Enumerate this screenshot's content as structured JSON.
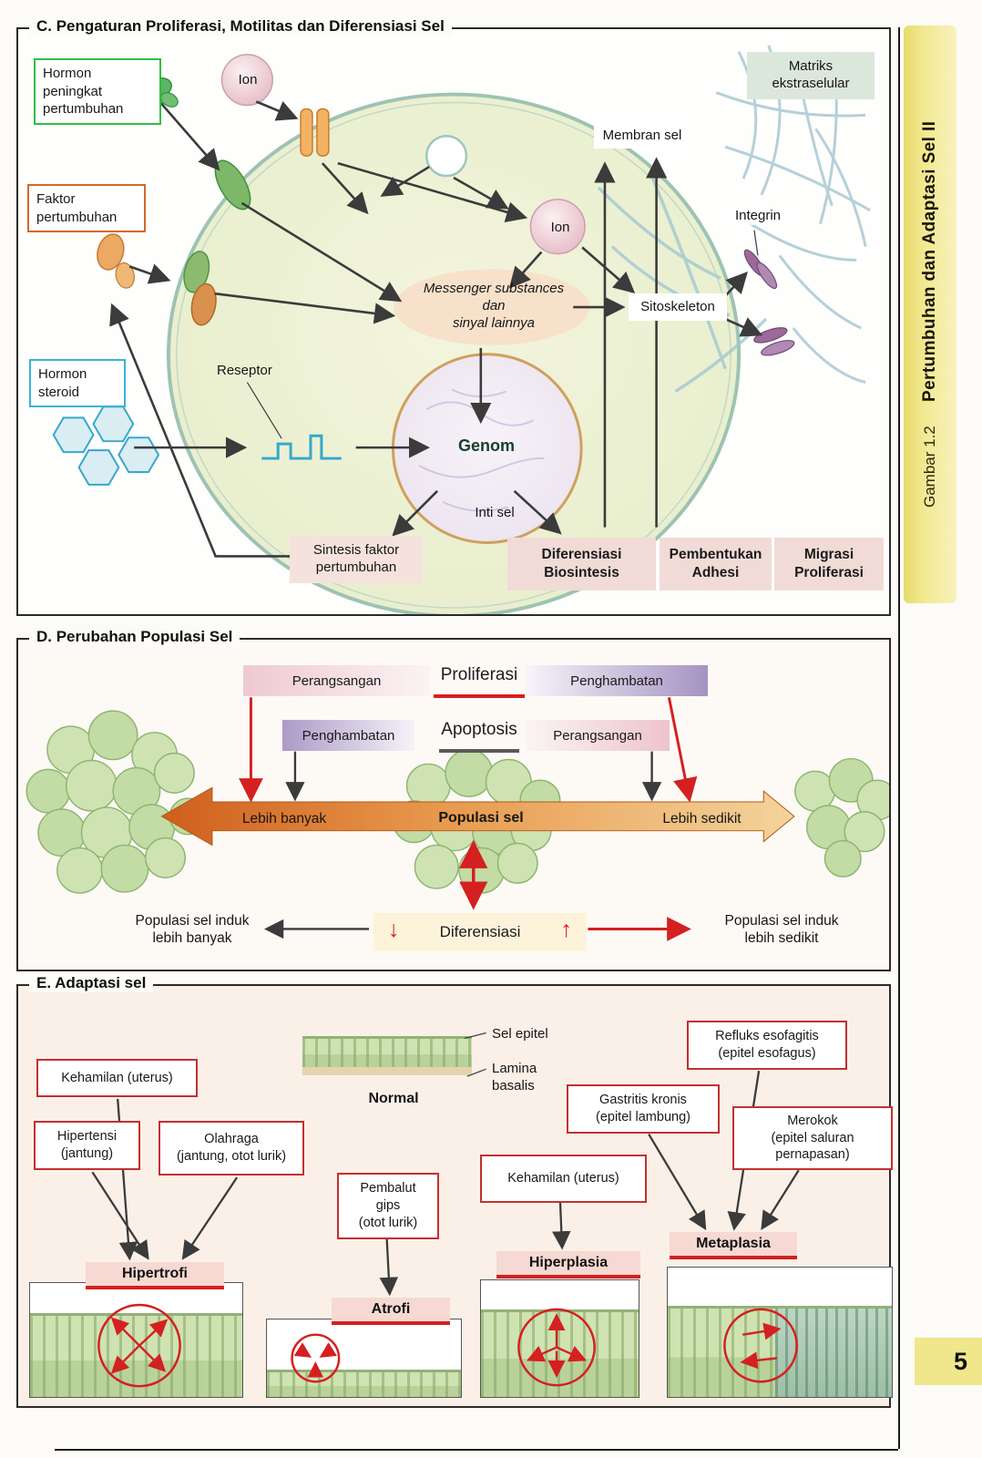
{
  "sidebar": {
    "figure_label": "Gambar 1.2",
    "figure_title": "Pertumbuhan dan Adaptasi Sel II",
    "page_number": "5"
  },
  "icons": {
    "down_arrow": "↓",
    "up_arrow": "↑"
  },
  "colors": {
    "accent_red": "#d42020",
    "green_box_border": "#2fbf3f",
    "orange_box_border": "#cf6b28",
    "blue_box_border": "#3ab2d8",
    "red_box_border": "#c23030",
    "arrow_orange": "#cf5f1d",
    "side_tab_yellow": "#ede386",
    "cell_fill": "#edf0d4",
    "outcome_box_fill": "#f1dbd7"
  },
  "panel_c": {
    "title": "C. Pengaturan Proliferasi, Motilitas dan Diferensiasi Sel",
    "hormon_peningkat": "Hormon\npeningkat\npertumbuhan",
    "ion_top": "Ion",
    "matriks_ekstraselular": "Matriks\nekstraselular",
    "membran_sel": "Membran sel",
    "faktor_pertumbuhan": "Faktor\npertumbuhan",
    "ion_mid": "Ion",
    "integrin": "Integrin",
    "messenger": "Messenger substances\ndan\nsinyal lainnya",
    "sitoskeleton": "Sitoskeleton",
    "hormon_steroid": "Hormon\nsteroid",
    "reseptor": "Reseptor",
    "genom": "Genom",
    "inti_sel": "Inti sel",
    "sintesis_faktor": "Sintesis faktor\npertumbuhan",
    "outcomes": [
      {
        "text": "Diferensiasi\nBiosintesis"
      },
      {
        "text": "Pembentukan\nAdhesi"
      },
      {
        "text": "Migrasi\nProliferasi"
      }
    ]
  },
  "panel_d": {
    "title": "D. Perubahan Populasi Sel",
    "proliferasi_row": {
      "left": "Perangsangan",
      "center": "Proliferasi",
      "right": "Penghambatan"
    },
    "apoptosis_row": {
      "left": "Penghambatan",
      "center": "Apoptosis",
      "right": "Perangsangan"
    },
    "population_arrow": {
      "left": "Lebih banyak",
      "center": "Populasi sel",
      "right": "Lebih sedikit"
    },
    "diferensiasi": "Diferensiasi",
    "bottom_left": "Populasi sel induk\nlebih banyak",
    "bottom_right": "Populasi sel induk\nlebih sedikit"
  },
  "panel_e": {
    "title": "E. Adaptasi sel",
    "sel_epitel": "Sel epitel",
    "lamina_basalis": "Lamina\nbasalis",
    "normal": "Normal",
    "causes": {
      "kehamilan_1": "Kehamilan (uterus)",
      "hipertensi": "Hipertensi\n(jantung)",
      "olahraga": "Olahraga\n(jantung, otot lurik)",
      "pembalut_gips": "Pembalut\ngips\n(otot lurik)",
      "kehamilan_2": "Kehamilan (uterus)",
      "gastritis": "Gastritis kronis\n(epitel lambung)",
      "refluks": "Refluks esofagitis\n(epitel esofagus)",
      "merokok": "Merokok\n(epitel saluran\npernapasan)"
    },
    "adaptations": {
      "hipertrofi": "Hipertrofi",
      "atrofi": "Atrofi",
      "hiperplasia": "Hiperplasia",
      "metaplasia": "Metaplasia"
    }
  }
}
